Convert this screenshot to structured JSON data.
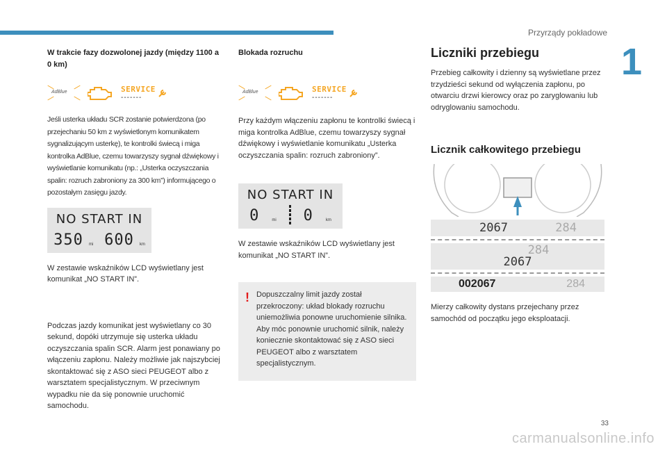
{
  "header": {
    "section": "Przyrządy pokładowe",
    "chapter": "1",
    "page": "33"
  },
  "watermark": "carmanualsonline.info",
  "col1": {
    "title": "W trakcie fazy dozwolonej jazdy (między 1100 a 0 km)",
    "icons": {
      "adblue": "AdBlue",
      "service": "SERVICE"
    },
    "p1": "Jeśli usterka układu SCR zostanie potwierdzona (po przejechaniu 50 km z wyświetlonym komunikatem sygnalizującym usterkę), te kontrolki świecą i miga kontrolka AdBlue, czemu towarzyszy sygnał dźwiękowy i wyświetlanie komunikatu (np.: „Usterka oczyszczania spalin: rozruch zabroniony za 300 km”) informującego o pozostałym zasięgu jazdy.",
    "lcd": {
      "title": "NO START IN",
      "left": "350",
      "left_unit": "mi",
      "right": "600",
      "right_unit": "km"
    },
    "p2": "W zestawie wskaźników LCD wyświetlany jest komunikat „NO START IN”.",
    "p3": "Podczas jazdy komunikat jest wyświetlany co 30 sekund, dopóki utrzymuje się usterka układu oczyszczania spalin SCR. Alarm jest ponawiany po włączeniu zapłonu. Należy możliwie jak najszybciej skontaktować się z ASO sieci PEUGEOT albo z warsztatem specjalistycznym. W przeciwnym wypadku nie da się ponownie uruchomić samochodu."
  },
  "col2": {
    "title": "Blokada rozruchu",
    "icons": {
      "adblue": "AdBlue",
      "service": "SERVICE"
    },
    "p1": "Przy każdym włączeniu zapłonu te kontrolki świecą i miga kontrolka AdBlue, czemu towarzyszy sygnał dźwiękowy i wyświetlanie komunikatu „Usterka oczyszczania spalin: rozruch zabroniony”.",
    "lcd": {
      "title": "NO START IN",
      "left": "0",
      "left_unit": "mi",
      "right": "0",
      "right_unit": "km"
    },
    "p2": "W zestawie wskaźników LCD wyświetlany jest komunikat „NO START IN”.",
    "note": "Dopuszczalny limit jazdy został przekroczony: układ blokady rozruchu uniemożliwia ponowne uruchomienie silnika. Aby móc ponownie uruchomić silnik, należy koniecznie skontaktować się z ASO sieci PEUGEOT albo z warsztatem specjalistycznym."
  },
  "col3": {
    "title": "Liczniki przebiegu",
    "p1": "Przebieg całkowity i dzienny są wyświetlane przez trzydzieści sekund od wyłączenia zapłonu, po otwarciu drzwi kierowcy oraz po zaryglowaniu lub odryglowaniu samochodu.",
    "subtitle": "Licznik całkowitego przebiegu",
    "odo1": {
      "a": "2067",
      "b": "284"
    },
    "odo2": {
      "a": "284",
      "b": "2067"
    },
    "odo3": {
      "a": "002067",
      "b": "284"
    },
    "p2": "Mierzy całkowity dystans przejechany przez samochód od początku jego eksploatacji."
  },
  "colors": {
    "accent": "#3d8fbd",
    "warn": "#e21b1b",
    "service": "#f5a623"
  }
}
